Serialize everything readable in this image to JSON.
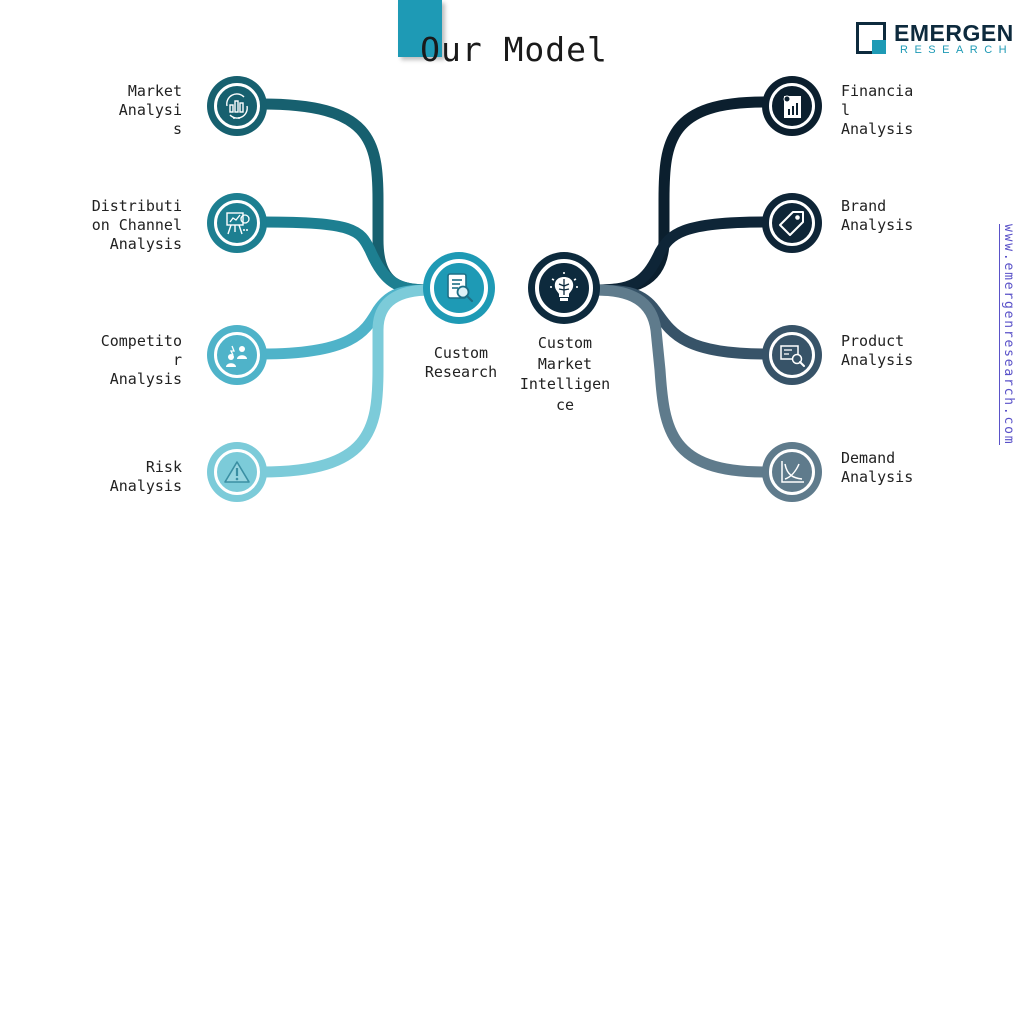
{
  "title": "Our Model",
  "logo": {
    "word": "EMERGEN",
    "sub": "RESEARCH"
  },
  "side_url": "www.emergenresearch.com",
  "hubs": {
    "left": {
      "label": "Custom\nResearch",
      "icon": "document-search-icon",
      "color": "#1e9ab5"
    },
    "right": {
      "label": "Custom\nMarket\nIntelligen\nce",
      "icon": "brain-bulb-icon",
      "color": "#0d2a3d"
    }
  },
  "left_branches": [
    {
      "label": "Market\nAnalysi\ns",
      "icon": "market-chart-icon",
      "color": "#17606f"
    },
    {
      "label": "Distributi\non Channel\nAnalysis",
      "icon": "presentation-board-icon",
      "color": "#1d7f91"
    },
    {
      "label": "Competito\nr\nAnalysis",
      "icon": "competitors-icon",
      "color": "#4fb3c9"
    },
    {
      "label": "Risk\nAnalysis",
      "icon": "warning-icon",
      "color": "#7ccbd9"
    }
  ],
  "right_branches": [
    {
      "label": "Financia\nl\nAnalysis",
      "icon": "financial-report-icon",
      "color": "#0b1f2e"
    },
    {
      "label": "Brand\nAnalysis",
      "icon": "tag-icon",
      "color": "#0e2537"
    },
    {
      "label": "Product\nAnalysis",
      "icon": "product-search-icon",
      "color": "#375368"
    },
    {
      "label": "Demand\nAnalysis",
      "icon": "demand-curve-icon",
      "color": "#5f7b8c"
    }
  ]
}
